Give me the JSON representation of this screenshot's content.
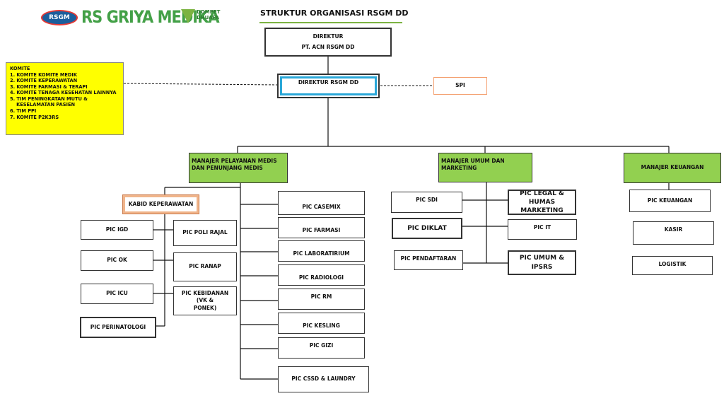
{
  "header": {
    "logo_rsgm": "RSGM",
    "brand": "RS GRIYA MEDIKA",
    "partner_line1": "DOMPET",
    "partner_line2": "DHUAFA",
    "title": "STRUKTUR ORGANISASI RSGM DD"
  },
  "komite": {
    "heading": "KOMITE",
    "items": [
      "1. KOMITE KOMITE MEDIK",
      "2. KOMITE KEPERAWATAN",
      "3. KOMITE FARMASI & TERAPI",
      "4. KOMITE TENAGA KESEHATAN LAINNYA",
      "5. TIM PENINGKATAN MUTU &",
      "    KESELAMATAN PASIEN",
      "6. TIM PPI",
      "7. KOMITE P2K3RS"
    ]
  },
  "top": {
    "direktur_line1": "DIREKTUR",
    "direktur_line2": "PT. ACN RSGM DD",
    "direktur_rsgm": "DIREKTUR RSGM DD",
    "spi": "SPI"
  },
  "managers": {
    "pelayanan_line1": "MANAJER PELAYANAN MEDIS",
    "pelayanan_line2": "DAN PENUNJANG MEDIS",
    "umum_line1": "MANAJER UMUM DAN",
    "umum_line2": "MARKETING",
    "keuangan": "MANAJER KEUANGAN"
  },
  "pelayanan": {
    "kabid": "KABID KEPERAWATAN",
    "igd": "PIC IGD",
    "ok": "PIC OK",
    "icu": "PIC ICU",
    "perinatologi": "PIC PERINATOLOGI",
    "poli": "PIC POLI RAJAL",
    "ranap": "PIC RANAP",
    "kebidanan_line1": "PIC KEBIDANAN (VK &",
    "kebidanan_line2": "PONEK)",
    "casemix": "PIC CASEMIX",
    "farmasi": "PIC FARMASI",
    "lab": "PIC LABORATIRIUM",
    "radiologi": "PIC RADIOLOGI",
    "rm": "PIC RM",
    "kesling": "PIC KESLING",
    "gizi": "PIC GIZI",
    "cssd": "PIC CSSD & LAUNDRY"
  },
  "umum": {
    "sdi": "PIC SDI",
    "diklat": "PIC DIKLAT",
    "pendaftaran": "PIC PENDAFTARAN",
    "legal_line1": "PIC LEGAL & HUMAS",
    "legal_line2": "MARKETING",
    "it": "PIC IT",
    "ipsrs": "PIC UMUM & IPSRS"
  },
  "keuangan": {
    "pic": "PIC KEUANGAN",
    "kasir": "KASIR",
    "logistik": "LOGISTIK"
  },
  "colors": {
    "manager_green": "#92d050",
    "komite_yellow": "#ffff00",
    "brand_green": "#43a047",
    "director_accent": "#2aa7d8"
  }
}
